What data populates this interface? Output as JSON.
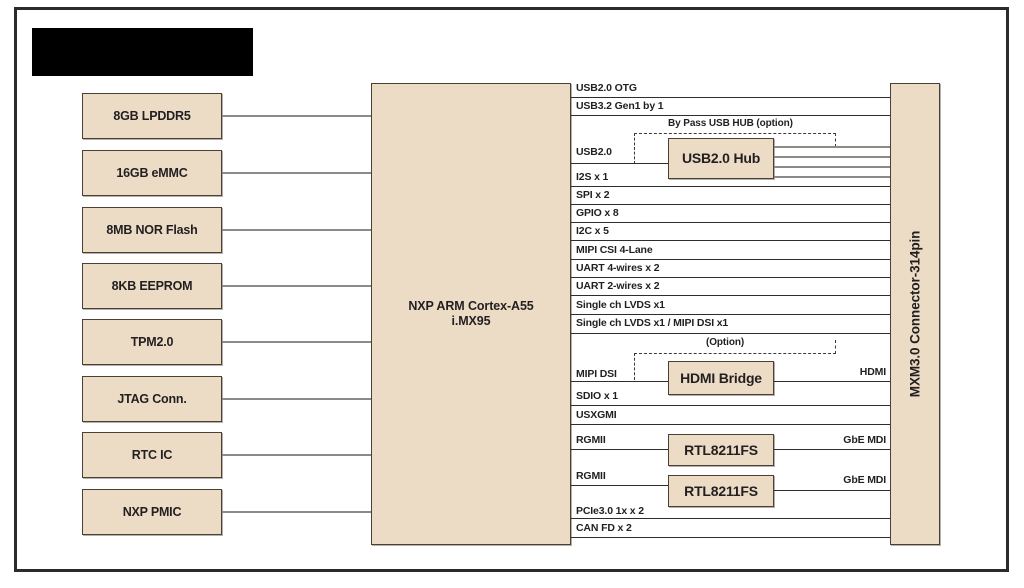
{
  "diagram": {
    "title_redacted": true,
    "soc": {
      "label": "NXP ARM Cortex-A55\ni.MX95",
      "line1": "NXP ARM Cortex-A55",
      "line2": "i.MX95"
    },
    "connector": {
      "label": "MXM3.0 Connector-314pin"
    },
    "left_blocks": [
      {
        "label": "8GB LPDDR5"
      },
      {
        "label": "16GB eMMC"
      },
      {
        "label": "8MB NOR Flash"
      },
      {
        "label": "8KB EEPROM"
      },
      {
        "label": "TPM2.0"
      },
      {
        "label": "JTAG Conn."
      },
      {
        "label": "RTC IC"
      },
      {
        "label": "NXP PMIC"
      }
    ],
    "signals": [
      {
        "label": "USB2.0 OTG"
      },
      {
        "label": "USB3.2 Gen1 by 1"
      },
      {
        "label": "USB2.0"
      },
      {
        "label": "I2S x 1"
      },
      {
        "label": "SPI x 2"
      },
      {
        "label": "GPIO x 8"
      },
      {
        "label": "I2C x 5"
      },
      {
        "label": "MIPI CSI 4-Lane"
      },
      {
        "label": "UART 4-wires x 2"
      },
      {
        "label": "UART 2-wires x 2"
      },
      {
        "label": "Single ch LVDS x1"
      },
      {
        "label": "Single ch LVDS x1 / MIPI DSI x1"
      },
      {
        "label": "MIPI DSI"
      },
      {
        "label": "SDIO x 1"
      },
      {
        "label": "USXGMI"
      },
      {
        "label": "RGMII"
      },
      {
        "label": "RGMII"
      },
      {
        "label": "PCIe3.0 1x  x 2"
      },
      {
        "label": "CAN FD x 2"
      }
    ],
    "inline_blocks": [
      {
        "label": "USB2.0 Hub"
      },
      {
        "label": "HDMI Bridge"
      },
      {
        "label": "RTL8211FS"
      },
      {
        "label": "RTL8211FS"
      }
    ],
    "annotations": [
      {
        "label": "By Pass USB HUB (option)"
      },
      {
        "label": "(Option)"
      }
    ],
    "right_labels": [
      {
        "label": "HDMI"
      },
      {
        "label": "GbE MDI"
      },
      {
        "label": "GbE MDI"
      }
    ],
    "colors": {
      "block_fill": "#ecdcc6",
      "block_border": "#4a4036",
      "line": "#8c8a87",
      "frame": "#2b2b2b",
      "text": "#231f20"
    }
  }
}
